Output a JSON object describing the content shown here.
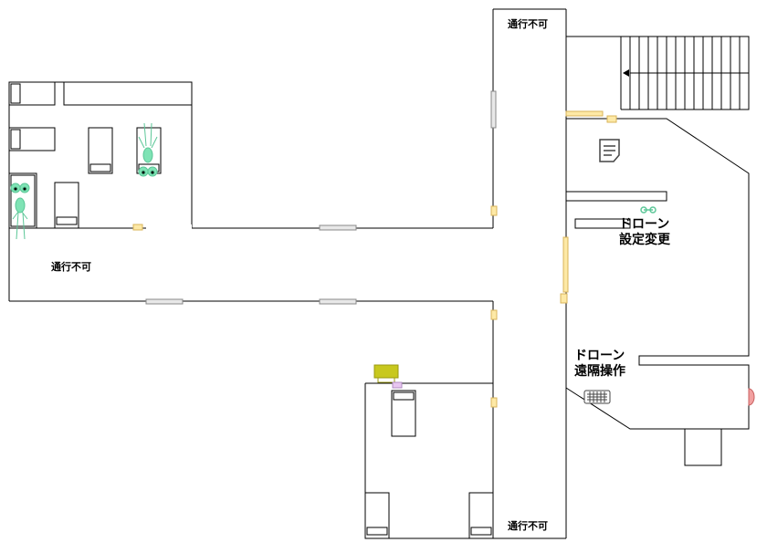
{
  "labels": {
    "no_entry": "通行不可",
    "drone_settings_line1": "ドローン",
    "drone_settings_line2": "設定変更",
    "drone_remote_line1": "ドローン",
    "drone_remote_line2": "遠隔操作"
  },
  "colors": {
    "wall": "#000000",
    "door": "#fde9a6",
    "door_border": "#d9b45a",
    "sliding_door": "#e8e8e8",
    "ghost": "#7fe3b5",
    "printer": "#c8c81e",
    "purple_item": "#e8c6f0",
    "pink_item": "#f2a0a0"
  },
  "icons": {
    "memo": "document-icon",
    "keyboard": "keyboard-icon",
    "ghost": "ghost-icon",
    "stairs_arrow": "arrow-left-icon"
  }
}
